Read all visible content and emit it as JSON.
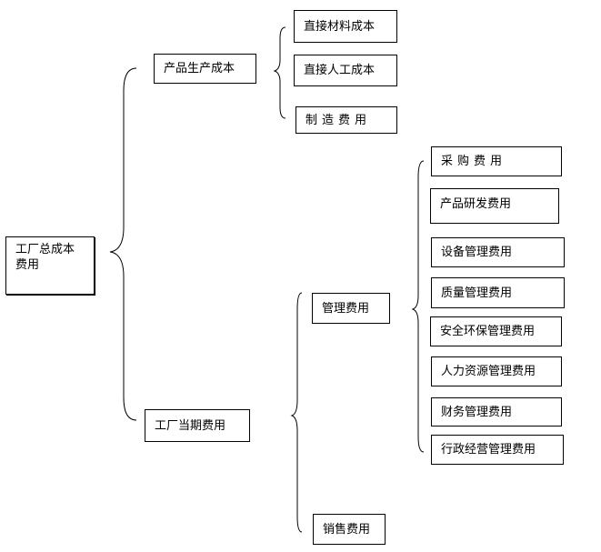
{
  "root": {
    "label_line1": "工厂总成本",
    "label_line2": "费用"
  },
  "level1": {
    "production": "产品生产成本",
    "period": "工厂当期费用"
  },
  "production_items": {
    "materials": "直接材料成本",
    "labor": "直接人工成本",
    "manufacturing": "制造费用"
  },
  "period_items": {
    "management": "管理费用",
    "sales": "销售费用"
  },
  "management_items": {
    "purchasing": "采购费用",
    "rnd": "产品研发费用",
    "equipment": "设备管理费用",
    "quality": "质量管理费用",
    "safety_env": "安全环保管理费用",
    "hr": "人力资源管理费用",
    "finance": "财务管理费用",
    "admin": "行政经营管理费用"
  }
}
